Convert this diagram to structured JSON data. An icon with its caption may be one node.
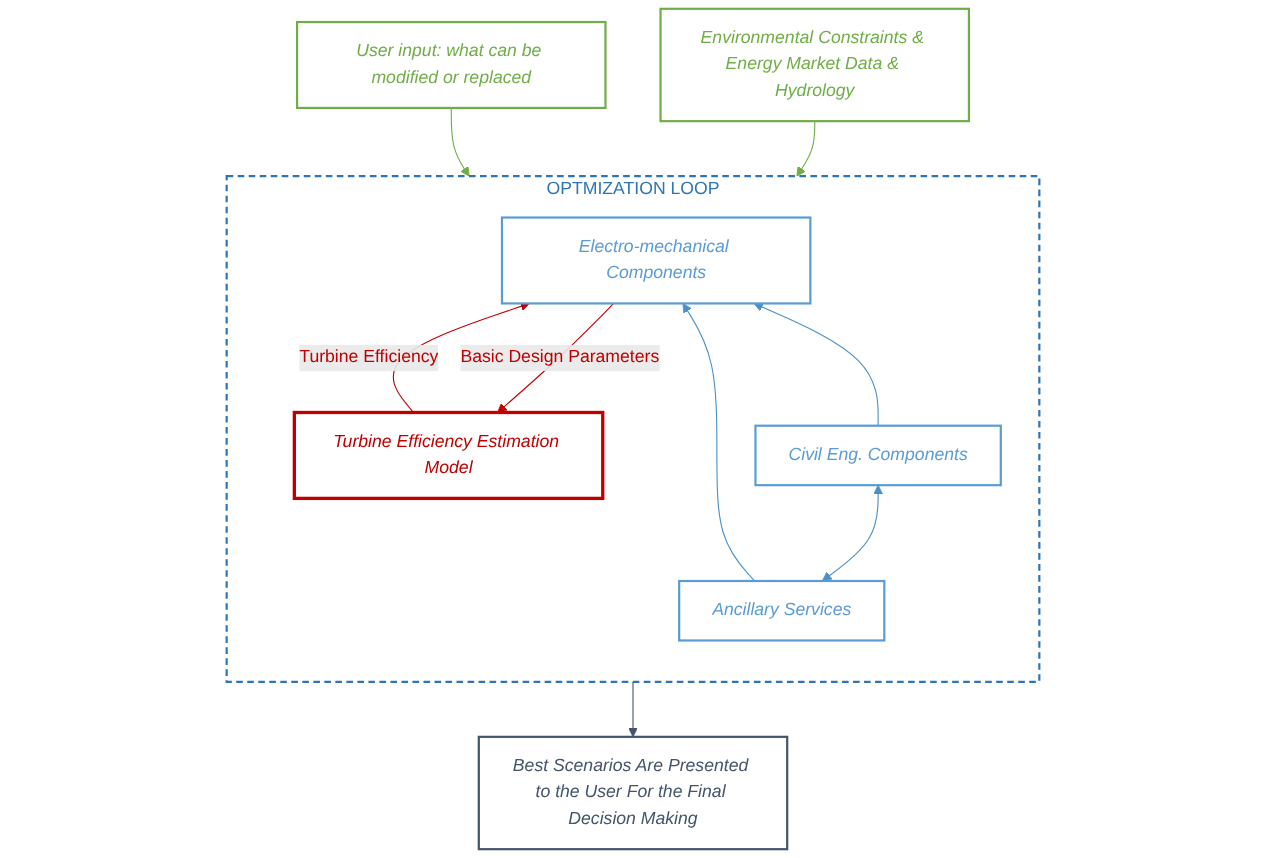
{
  "diagram": {
    "nodes": [
      {
        "text": [
          "User input: what can be modified or replaced"
        ]
      },
      {
        "text": [
          "Environmental Constraints & Energy Market Data & Hydrology"
        ]
      },
      {
        "text": [
          "OPTMIZATION LOOP"
        ]
      },
      {
        "text": [
          "Turbine Efficiency Estimation Model"
        ],
        "in": 2
      },
      {
        "text": [
          "Electro-mechanical Components"
        ],
        "in": 2
      },
      {
        "text": [
          "Ancillary Services"
        ],
        "in": 2
      },
      {
        "text": [
          "Civil Eng. Components"
        ],
        "in": 2
      },
      {
        "text": [
          "Best Scenarios Are Presented to the User For the Final Decision Making"
        ]
      }
    ],
    "edges": [
      {
        "from": 0,
        "to": 2,
        "arrow": "to",
        "color": "#70ad47"
      },
      {
        "from": 1,
        "to": 2,
        "arrow": "to",
        "color": "#70ad47"
      },
      {
        "from": 3,
        "to": 4,
        "arrow": "to",
        "label": "Turbine Efficiency",
        "color": "#c00000"
      },
      {
        "from": 4,
        "to": 3,
        "arrow": "to",
        "label": "Basic Design Parameters",
        "color": "#c00000"
      },
      {
        "from": 5,
        "to": 4,
        "arrow": "to",
        "color": "#4a90c8"
      },
      {
        "from": 6,
        "to": 4,
        "arrow": "to",
        "color": "#4a90c8"
      },
      {
        "from": 5,
        "to": 6,
        "arrow": "both",
        "color": "#4a90c8"
      },
      {
        "from": 2,
        "to": 7,
        "arrow": "to",
        "color": "#44546a"
      }
    ]
  }
}
